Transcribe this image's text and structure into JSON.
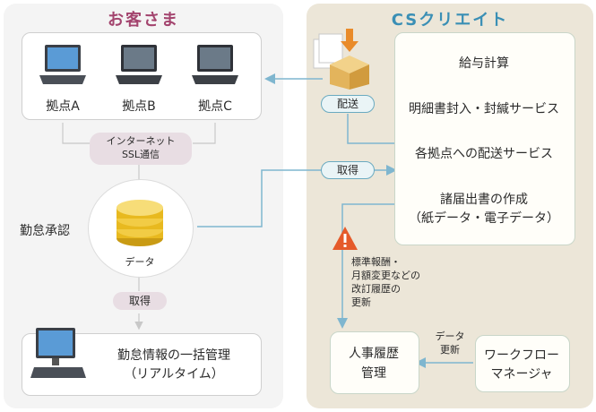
{
  "left": {
    "title": "お客さま",
    "sites": [
      "拠点A",
      "拠点B",
      "拠点C"
    ],
    "network_pill": [
      "インターネット",
      "SSL通信"
    ],
    "attendance_label": "勤怠承認",
    "data_label": "データ",
    "acquire_pill": "取得",
    "bottom_box": [
      "勤怠情報の一括管理",
      "（リアルタイム）"
    ]
  },
  "right": {
    "title": "CSクリエイト",
    "delivery_pill": "配送",
    "acquire_pill": "取得",
    "steps": [
      "給与計算",
      "明細書封入・封緘サービス",
      "各拠点への配送サービス",
      "諸届出書の作成",
      "（紙データ・電子データ）"
    ],
    "warning_text": [
      "標準報酬・",
      "月額変更などの",
      "改訂履歴の",
      "更新"
    ],
    "hr_box": [
      "人事履歴",
      "管理"
    ],
    "data_update": [
      "データ",
      "更新"
    ],
    "workflow_box": [
      "ワークフロー",
      "マネージャ"
    ]
  },
  "colors": {
    "left_title": "#a3446e",
    "right_title": "#3a8fb5",
    "arrow": "#7fb6cf",
    "gray_line": "#c8c8c8"
  }
}
